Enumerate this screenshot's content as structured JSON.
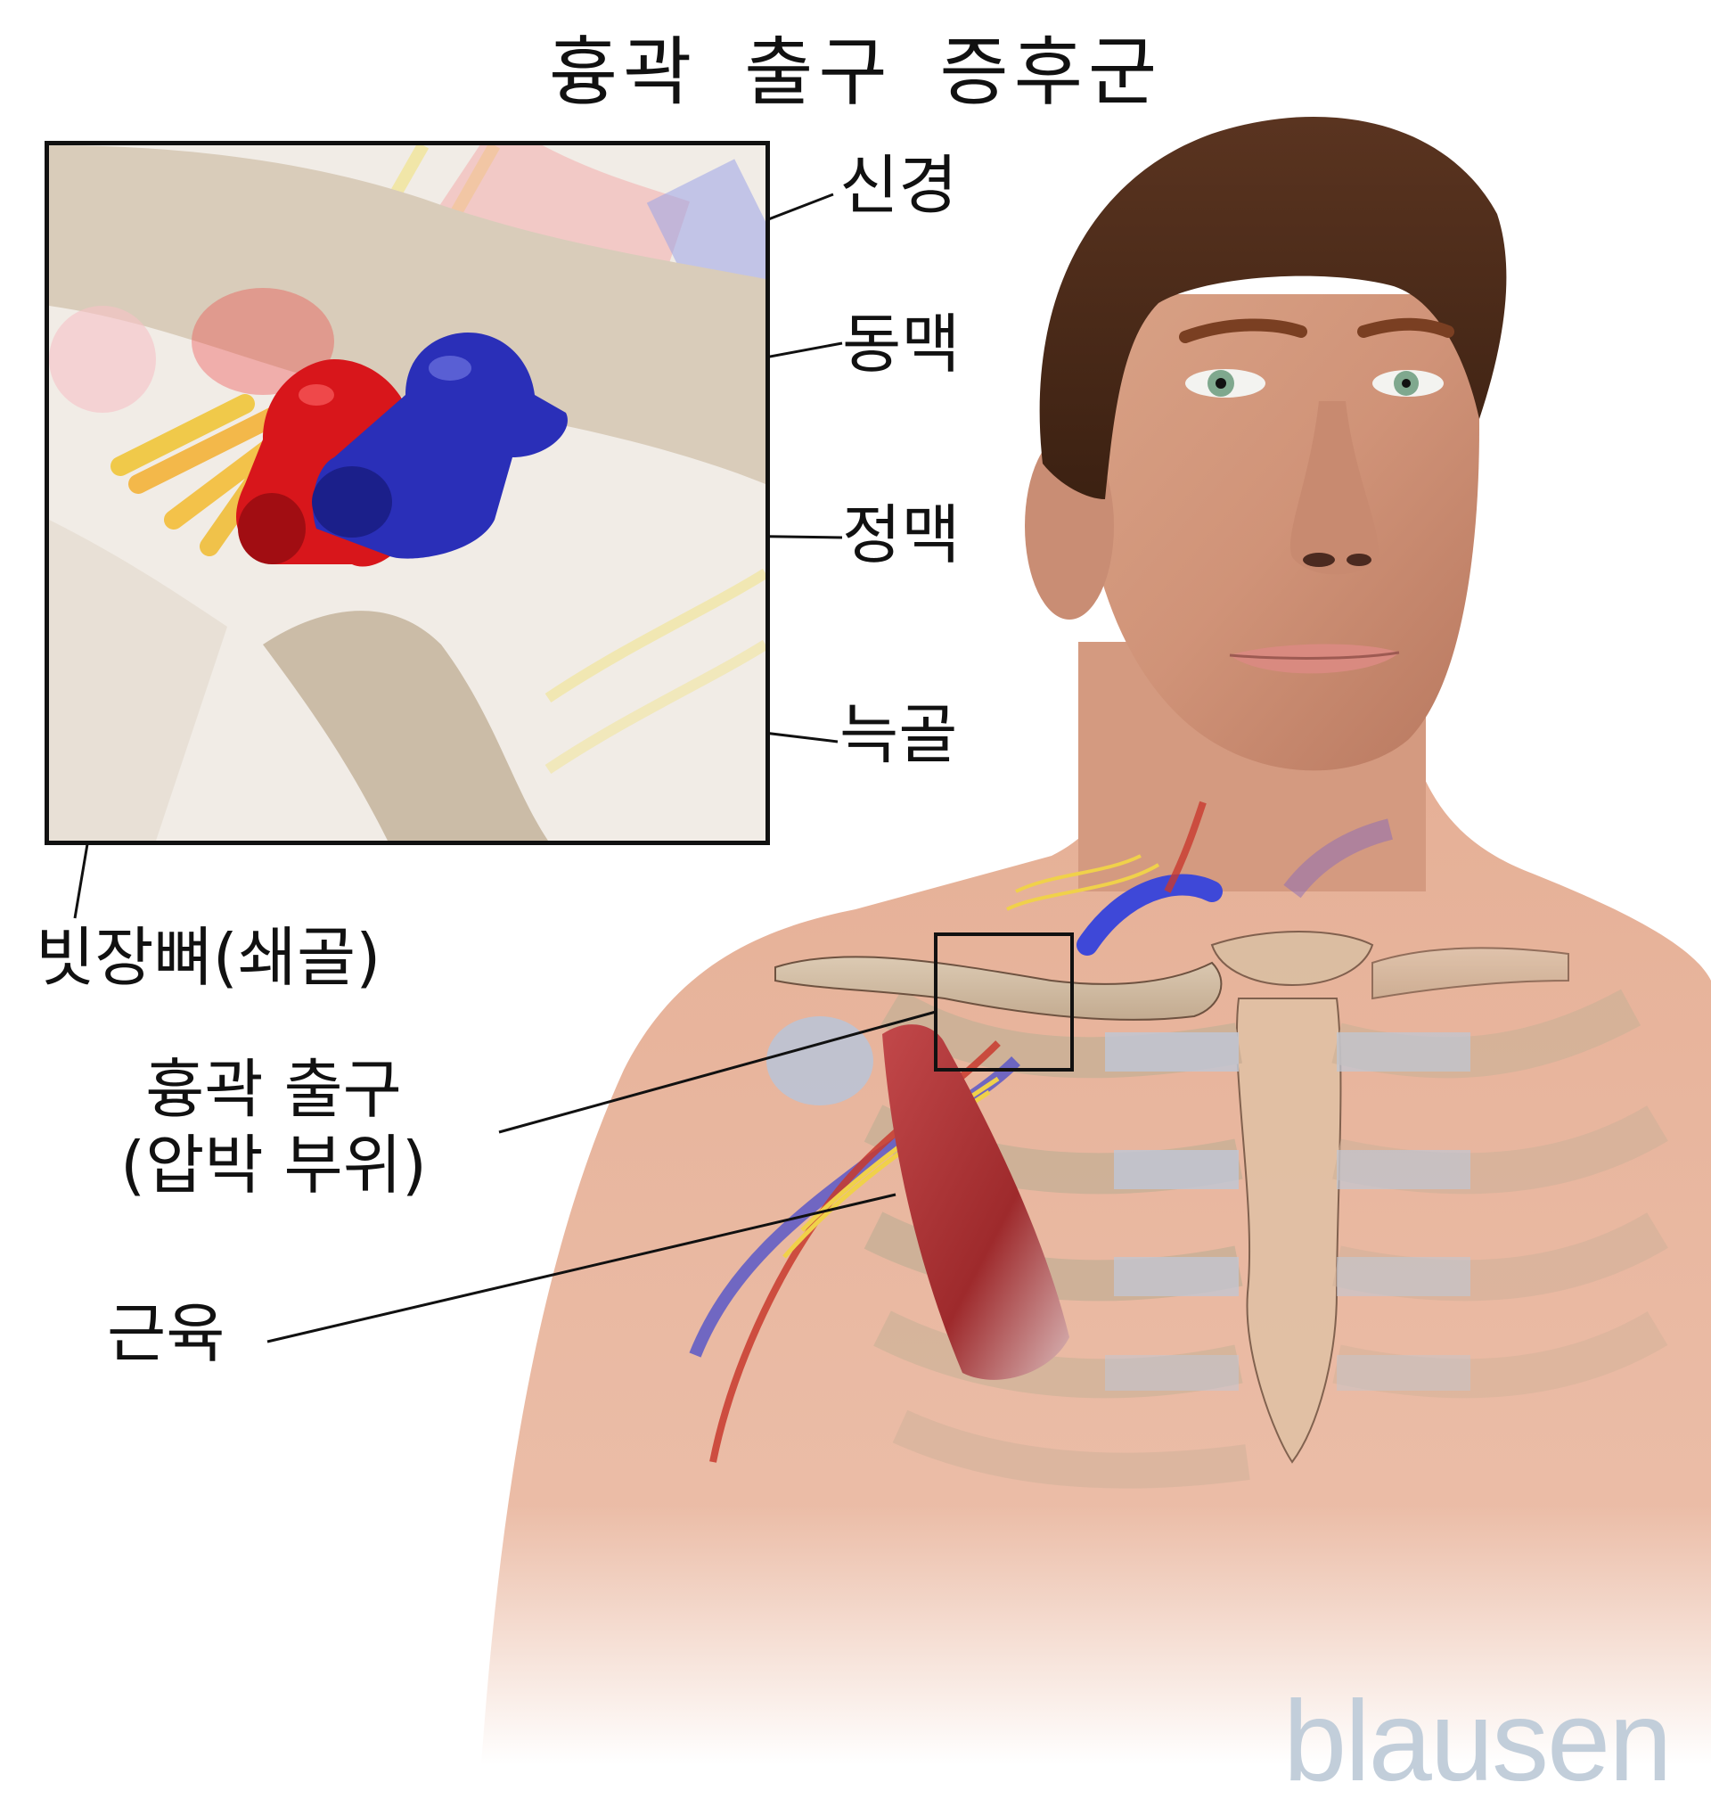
{
  "title": "흉곽 출구 증후군",
  "labels": {
    "nerve": "신경",
    "artery": "동맥",
    "vein": "정맥",
    "rib": "늑골",
    "clavicle": "빗장뼈(쇄골)",
    "thoracic_outlet": "흉곽 출구\n(압박 부위)",
    "muscle": "근육"
  },
  "logo": "blausen",
  "colors": {
    "artery": "#d8161b",
    "vein": "#2a2fb8",
    "nerve": "#f2d34a",
    "bone": "#d6c6b0",
    "skin": "#e8b49a",
    "cartilage": "#b9c9dc",
    "hair": "#4a2a16",
    "logo": "#c2ceda"
  }
}
